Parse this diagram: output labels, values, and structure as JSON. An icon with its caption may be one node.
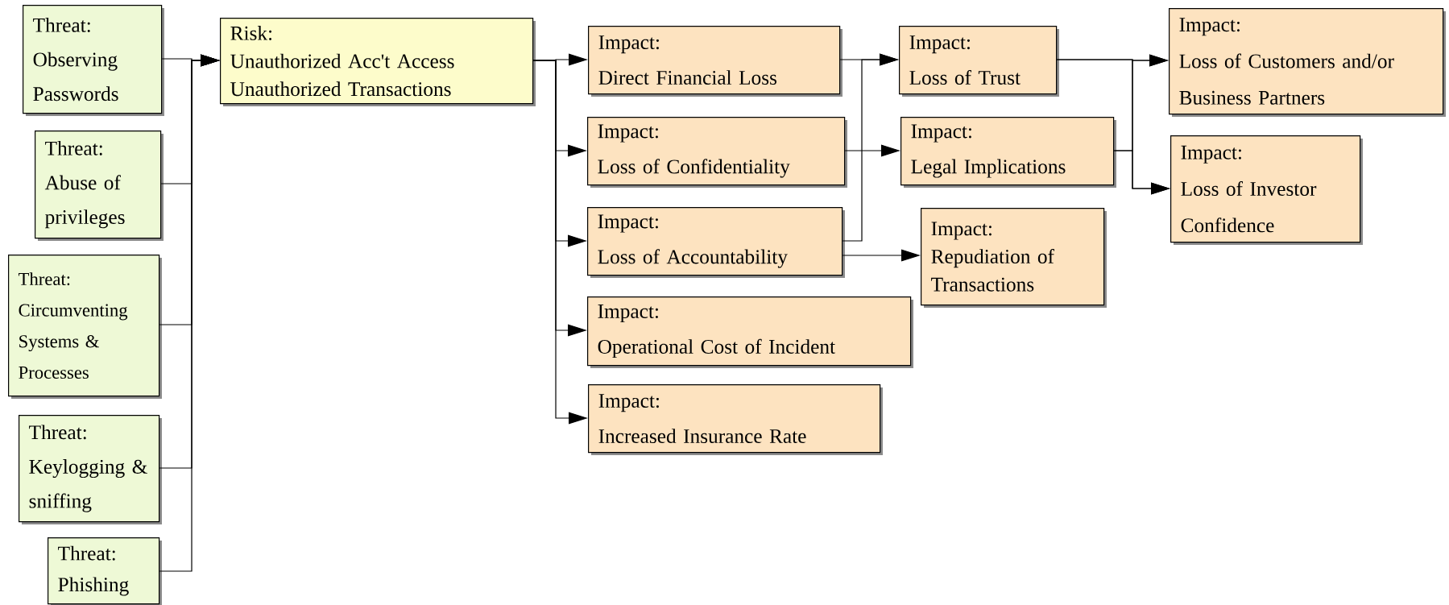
{
  "diagram": {
    "nodes": [
      {
        "text": [
          "Threat:",
          "Observing Passwords"
        ]
      },
      {
        "text": [
          "Threat:",
          "Abuse of privileges"
        ]
      },
      {
        "text": [
          "Threat:",
          "Circumventing Systems & Processes"
        ]
      },
      {
        "text": [
          "Threat:",
          "Keylogging & sniffing"
        ]
      },
      {
        "text": [
          "Threat:",
          "Phishing"
        ]
      },
      {
        "text": [
          "Risk:",
          "Unauthorized Acc't Access",
          "Unauthorized Transactions"
        ]
      },
      {
        "text": [
          "Impact:",
          "Direct Financial Loss"
        ]
      },
      {
        "text": [
          "Impact:",
          "Loss of Confidentiality"
        ]
      },
      {
        "text": [
          "Impact:",
          "Loss of Accountability"
        ]
      },
      {
        "text": [
          "Impact:",
          "Operational Cost of Incident"
        ]
      },
      {
        "text": [
          "Impact:",
          "Increased Insurance Rate"
        ]
      },
      {
        "text": [
          "Impact:",
          "Loss of Trust"
        ]
      },
      {
        "text": [
          "Impact:",
          "Legal Implications"
        ]
      },
      {
        "text": [
          "Impact:",
          "Repudiation of Transactions"
        ]
      },
      {
        "text": [
          "Impact:",
          "Loss of Customers and/or Business Partners"
        ]
      },
      {
        "text": [
          "Impact:",
          "Loss of Investor Confidence"
        ]
      }
    ],
    "edges": [
      {
        "from": 0,
        "to": 5,
        "arrow": "to"
      },
      {
        "from": 1,
        "to": 5,
        "arrow": "to"
      },
      {
        "from": 2,
        "to": 5,
        "arrow": "to"
      },
      {
        "from": 3,
        "to": 5,
        "arrow": "to"
      },
      {
        "from": 4,
        "to": 5,
        "arrow": "to"
      },
      {
        "from": 5,
        "to": 6,
        "arrow": "to"
      },
      {
        "from": 5,
        "to": 7,
        "arrow": "to"
      },
      {
        "from": 5,
        "to": 8,
        "arrow": "to"
      },
      {
        "from": 5,
        "to": 9,
        "arrow": "to"
      },
      {
        "from": 5,
        "to": 10,
        "arrow": "to"
      },
      {
        "from": 6,
        "to": 11,
        "arrow": "to"
      },
      {
        "from": 8,
        "to": 11,
        "arrow": "to"
      },
      {
        "from": 7,
        "to": 12,
        "arrow": "to"
      },
      {
        "from": 8,
        "to": 13,
        "arrow": "to"
      },
      {
        "from": 11,
        "to": 14,
        "arrow": "to"
      },
      {
        "from": 11,
        "to": 15,
        "arrow": "to"
      },
      {
        "from": 12,
        "to": 14,
        "arrow": "to"
      },
      {
        "from": 12,
        "to": 15,
        "arrow": "to"
      }
    ]
  }
}
